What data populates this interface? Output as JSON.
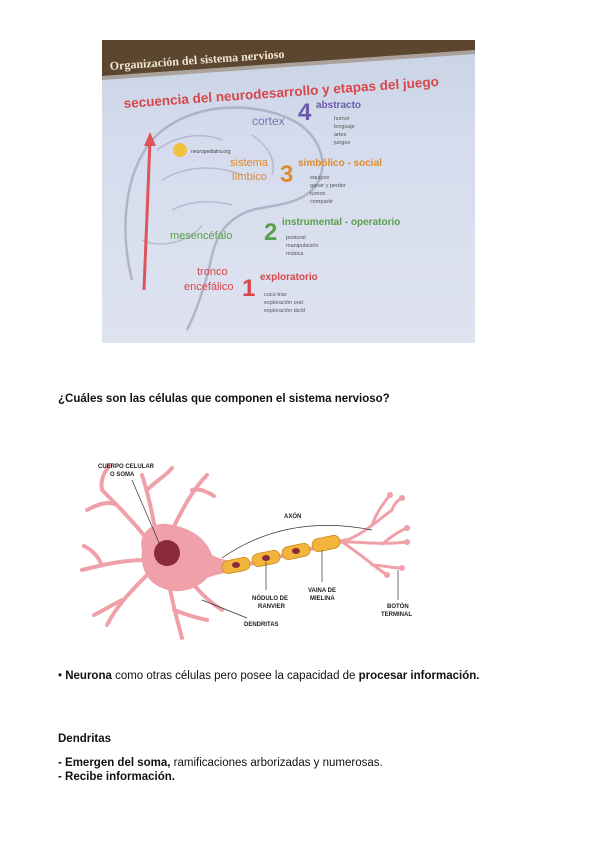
{
  "slide": {
    "header": "Organización del sistema nervioso",
    "title": "secuencia del neurodesarrollo y etapas del juego",
    "brain_labels": {
      "cortex": "cortex",
      "limbico_1": "sistema",
      "limbico_2": "límbico",
      "mesencefalo": "mesencéfalo",
      "tronco_1": "tronco",
      "tronco_2": "encefálico",
      "site": "neuropediatra.org"
    },
    "stages": [
      {
        "num": "4",
        "name": "abstracto",
        "items": [
          "humor",
          "lenguaje",
          "artes",
          "juegos"
        ]
      },
      {
        "num": "3",
        "name": "simbólico - social",
        "items": [
          "equipos",
          "ganar y perder",
          "turnos",
          "compartir"
        ]
      },
      {
        "num": "2",
        "name": "instrumental - operatorio",
        "items": [
          "postural",
          "manipulación",
          "música"
        ]
      },
      {
        "num": "1",
        "name": "exploratorio",
        "items": [
          "cucú-tras",
          "exploración oral",
          "exploración táctil"
        ]
      }
    ],
    "colors": {
      "title_red": "#d8454a",
      "num4": "#6a5aa8",
      "num3": "#e08a2e",
      "num2": "#5aa04a",
      "num1": "#d8454a"
    }
  },
  "question": "¿Cuáles son las células que componen el sistema nervioso?",
  "diagram": {
    "labels": {
      "soma_1": "CUERPO CELULAR",
      "soma_2": "O SOMA",
      "axon": "AXÓN",
      "nodulo_1": "NÓDULO DE",
      "nodulo_2": "RANVIER",
      "vaina_1": "VAINA DE",
      "vaina_2": "MIELINA",
      "boton_1": "BOTÓN",
      "boton_2": "TERMINAL",
      "dendritas": "DENDRITAS"
    },
    "colors": {
      "cell": "#f0a0a8",
      "nucleus": "#8a2a3a",
      "myelin": "#f2b43a"
    }
  },
  "bullet": {
    "marker": "•",
    "term": "Neurona",
    "text_mid": " como otras células pero posee la capacidad de ",
    "emph": "procesar información."
  },
  "dendritas": {
    "title": "Dendritas",
    "line1_bold": "- Emergen del soma,",
    "line1_rest": " ramificaciones arborizadas y numerosas.",
    "line2_bold": "- Recibe información."
  }
}
